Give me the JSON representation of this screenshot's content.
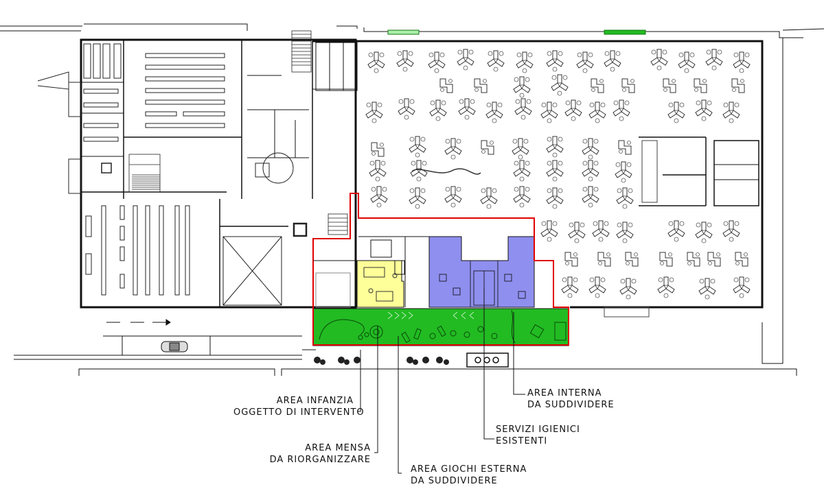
{
  "plan": {
    "colors": {
      "infancy_boundary": "#e00000",
      "mensa_area": "#ffff99",
      "internal_area": "#8f8fef",
      "outdoor_play_area": "#22bb22",
      "walls": "#111111",
      "light_lines": "#777777"
    },
    "labels": {
      "area_infanzia": {
        "line1": "AREA INFANZIA",
        "line2": "OGGETTO DI INTERVENTO"
      },
      "area_mensa": {
        "line1": "AREA MENSA",
        "line2": "DA RIORGANIZZARE"
      },
      "area_giochi": {
        "line1": "AREA GIOCHI ESTERNA",
        "line2": "DA SUDDIVIDERE"
      },
      "servizi_igienici": {
        "line1": "SERVIZI IGIENICI",
        "line2": "ESISTENTI"
      },
      "area_interna": {
        "line1": "AREA INTERNA",
        "line2": "DA SUDDIVIDERE"
      }
    },
    "icons": [
      "desk-cluster-icon",
      "car-icon",
      "arrow-right-icon",
      "staircase-icon",
      "tree-icon"
    ]
  }
}
